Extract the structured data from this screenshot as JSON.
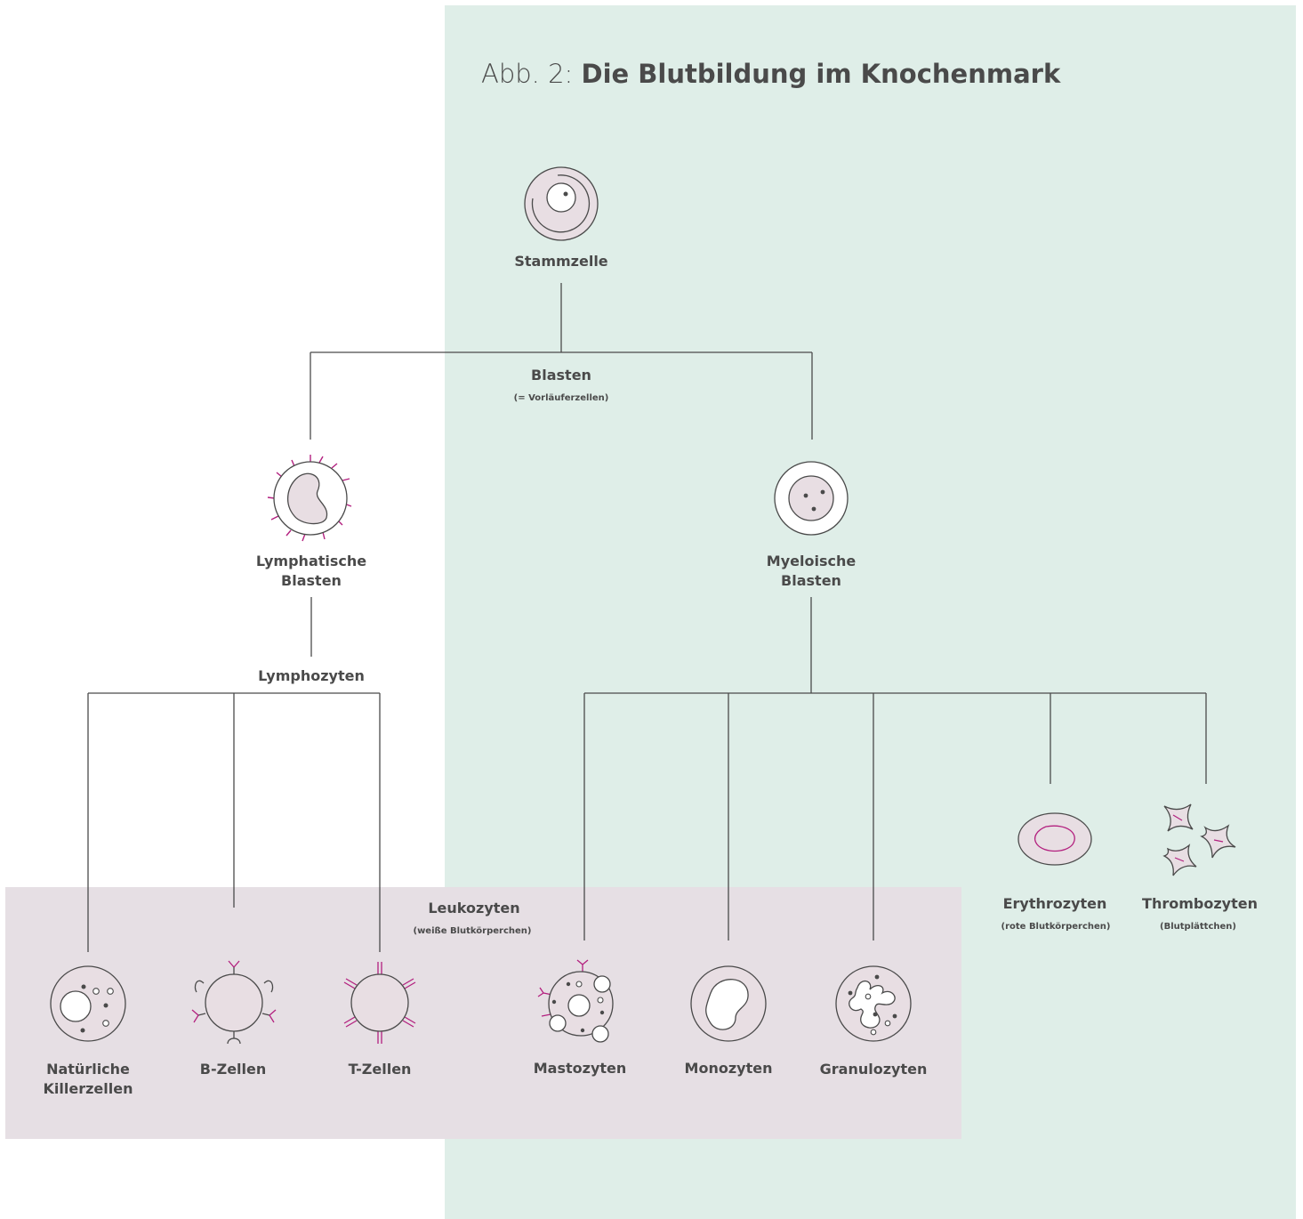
{
  "title": {
    "prefix": "Abb. 2: ",
    "main": "Die Blutbildung im Knochenmark"
  },
  "colors": {
    "green_panel": "#dfeee8",
    "pink_panel": "#e6dfe4",
    "line": "#4a4a4a",
    "cell_fill": "#e8dee3",
    "accent": "#b3207f"
  },
  "stem": {
    "label": "Stammzelle"
  },
  "blasts": {
    "label": "Blasten",
    "sub": "(= Vorläuferzellen)"
  },
  "lymph_blast": {
    "label": "Lymphatische\nBlasten"
  },
  "myelo_blast": {
    "label": "Myeloische\nBlasten"
  },
  "lymphocytes": {
    "label": "Lymphozyten"
  },
  "leukocytes": {
    "label": "Leukozyten",
    "sub": "(weiße Blutkörperchen)"
  },
  "cells": {
    "nk": "Natürliche\nKillerzellen",
    "b": "B-Zellen",
    "t": "T-Zellen",
    "masto": "Mastozyten",
    "mono": "Monozyten",
    "granulo": "Granulozyten",
    "erythro": "Erythrozyten",
    "erythro_sub": "(rote Blutkörperchen)",
    "thrombo": "Thrombozyten",
    "thrombo_sub": "(Blutplättchen)"
  }
}
